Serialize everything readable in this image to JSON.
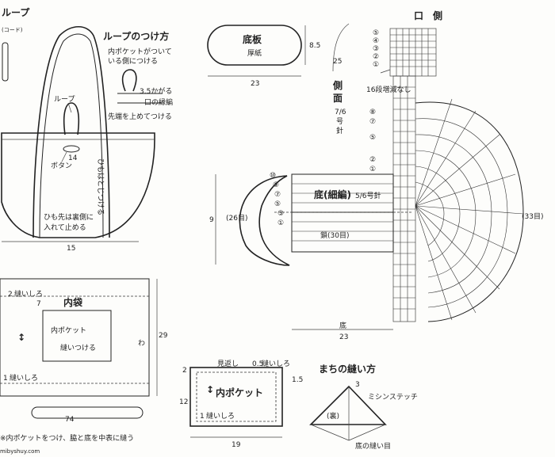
{
  "loop_section": {
    "header": "ループ",
    "header_sub": "(コード)",
    "how_title": "ループのつけ方",
    "note1_line1": "内ポケットがついて",
    "note1_line2": "いる側につける",
    "fold3": "3.5かがる",
    "edge_label": "口の縁編",
    "tip_note": "先端を上めてつける",
    "loop_label": "ループ",
    "button_label": "ボタン",
    "dim_14": "14",
    "tie_note": "ひもはとじつける",
    "handle_note1": "ひも先は裏側に",
    "handle_note2": "入れて止める",
    "dim_15": "15"
  },
  "bottom_board": {
    "title": "底板",
    "material": "厚紙",
    "dim_w": "23",
    "dim_h": "8.5"
  },
  "side_chart": {
    "mouth": "口　側",
    "side1": "側",
    "side2": "面",
    "hook1": "7/6",
    "hook2": "号",
    "hook3": "針",
    "rows_note": "16段増減なし",
    "dim_25": "25",
    "bottom_label": "底(細編)",
    "hook_bottom": "5/6号針",
    "chain_label": "鎖(30目)",
    "left_count": "(26目)",
    "right_count": "(33目)",
    "dim_9": "9",
    "dim_bottom_caption": "底",
    "dim_23": "23",
    "row_nums": [
      "⑤",
      "④",
      "③",
      "②",
      "①",
      "⑧",
      "⑦",
      "⑤",
      "②",
      "①",
      "⑩",
      "⑨",
      "⑦",
      "⑤",
      "③",
      "①"
    ]
  },
  "inner_bag": {
    "title": "内袋",
    "seam_2": "2",
    "seam_label": "縫いしろ",
    "dim_7": "7",
    "pocket": "内ポケット",
    "pocket_sew": "縫いつける",
    "wa": "わ",
    "dim_29": "29",
    "seam_1": "1",
    "seam_label2": "縫いしろ",
    "dim_74": "74",
    "caption": "※内ポケットをつけ、脇と底を中表に縫う"
  },
  "pocket_detail": {
    "facing": "見返し",
    "seam_05": "0.5",
    "seam_label": "縫いしろ",
    "dim_15": "1.5",
    "dim_2": "2",
    "title": "内ポケット",
    "dim_12": "12",
    "seam_1": "1",
    "seam_label2": "縫いしろ",
    "dim_19": "19"
  },
  "gusset": {
    "title": "まちの縫い方",
    "dim_3": "3",
    "machine": "ミシンステッチ",
    "back": "(裏)",
    "bottom_seam": "底の縫い目"
  },
  "watermark": "mibyshuy.com"
}
